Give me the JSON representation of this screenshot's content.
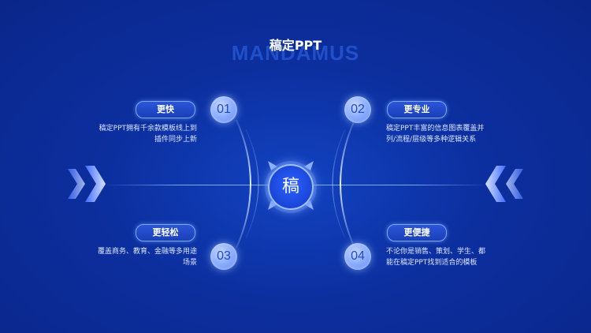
{
  "slide": {
    "title": "稿定PPT",
    "title_shadow": "MANDAMUS",
    "center_glyph": "稿"
  },
  "items": [
    {
      "number": "01",
      "label": "更快",
      "desc_line1": "稿定PPT拥有千余款模板线上到",
      "desc_line2": "插件同步上新"
    },
    {
      "number": "02",
      "label": "更专业",
      "desc_line1": "稿定PPT丰富的信息图表覆盖并",
      "desc_line2": "列/流程/层级等多种逻辑关系"
    },
    {
      "number": "03",
      "label": "更轻松",
      "desc_line1": "覆盖商务、教育、金融等多用途",
      "desc_line2": "场景"
    },
    {
      "number": "04",
      "label": "更便捷",
      "desc_line1": "不论你是销售、策划、学生、都",
      "desc_line2": "能在稿定PPT找到适合的模板"
    }
  ],
  "colors": {
    "background": "#0c2f9f",
    "accent": "#7fa8ff",
    "circle_text": "#1f4bc4"
  }
}
